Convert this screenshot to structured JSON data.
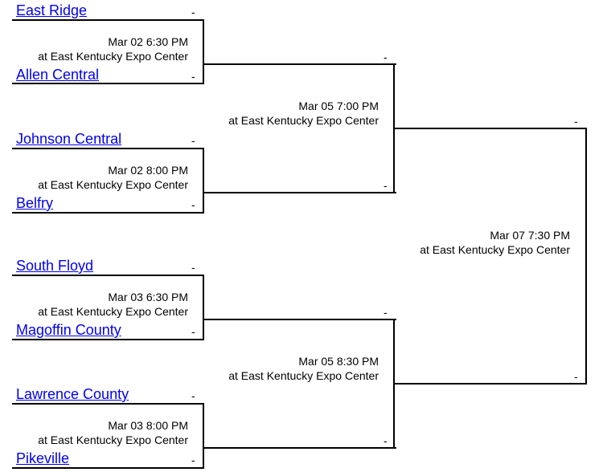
{
  "round1": [
    {
      "top": {
        "name": "East Ridge",
        "score": "-"
      },
      "bottom": {
        "name": "Allen Central",
        "score": "-"
      },
      "datetime": "Mar 02 6:30 PM",
      "venue": "at East Kentucky Expo Center"
    },
    {
      "top": {
        "name": "Johnson Central",
        "score": "-"
      },
      "bottom": {
        "name": "Belfry",
        "score": "-"
      },
      "datetime": "Mar 02 8:00 PM",
      "venue": "at East Kentucky Expo Center"
    },
    {
      "top": {
        "name": "South Floyd",
        "score": "-"
      },
      "bottom": {
        "name": "Magoffin County",
        "score": "-"
      },
      "datetime": "Mar 03 6:30 PM",
      "venue": "at East Kentucky Expo Center"
    },
    {
      "top": {
        "name": "Lawrence County",
        "score": "-"
      },
      "bottom": {
        "name": "Pikeville",
        "score": "-"
      },
      "datetime": "Mar 03 8:00 PM",
      "venue": "at East Kentucky Expo Center"
    }
  ],
  "round2": [
    {
      "top_score": "-",
      "bottom_score": "-",
      "datetime": "Mar 05 7:00 PM",
      "venue": "at East Kentucky Expo Center"
    },
    {
      "top_score": "-",
      "bottom_score": "-",
      "datetime": "Mar 05 8:30 PM",
      "venue": "at East Kentucky Expo Center"
    }
  ],
  "final": {
    "top_score": "-",
    "bottom_score": "-",
    "datetime": "Mar 07 7:30 PM",
    "venue": "at East Kentucky Expo Center"
  }
}
